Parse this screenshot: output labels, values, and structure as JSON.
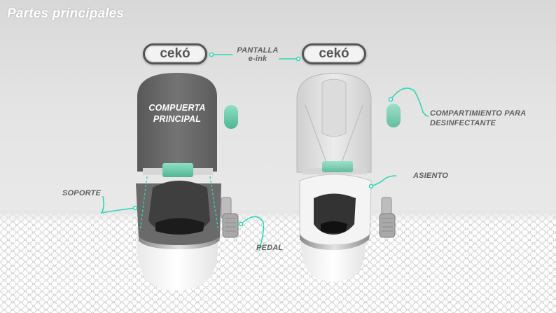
{
  "title": "Partes principales",
  "brand_left": "cekó",
  "brand_right": "cekó",
  "labels": {
    "pantalla_line1": "PANTALLA",
    "pantalla_line2": "e-ink",
    "compuerta_line1": "COMPUERTA",
    "compuerta_line2": "PRINCIPAL",
    "compartimiento_line1": "COMPARTIMIENTO PARA",
    "compartimiento_line2": "DESINFECTANTE",
    "asiento": "ASIENTO",
    "soporte": "SOPORTE",
    "pedal": "PEDAL"
  },
  "colors": {
    "accent": "#2fd6b4",
    "green_part": "#6fcfae",
    "dark_lid": "#6b6b6b",
    "label_text": "#5f5f5f"
  }
}
